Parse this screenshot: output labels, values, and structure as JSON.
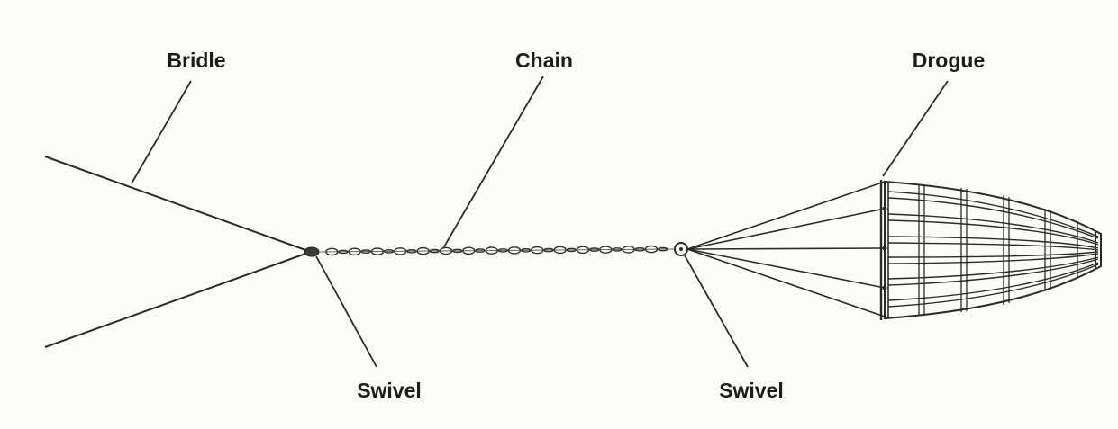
{
  "labels": {
    "bridle": "Bridle",
    "chain": "Chain",
    "drogue": "Drogue",
    "swivel_left": "Swivel",
    "swivel_right": "Swivel"
  },
  "colors": {
    "background": "#fbfbf7",
    "line": "#2b2b2b",
    "text": "#1c1c1c"
  }
}
